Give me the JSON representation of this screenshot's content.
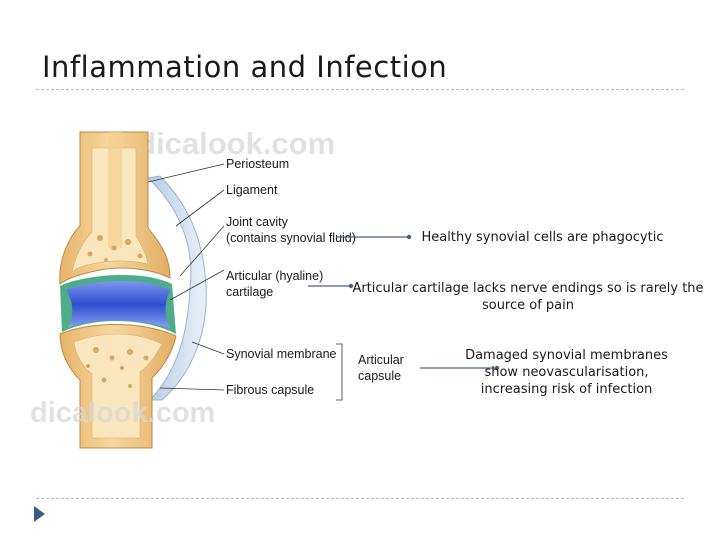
{
  "slide": {
    "title": "Inflammation and Infection"
  },
  "diagram": {
    "watermark_top": "Medicalook.com",
    "watermark_bottom": "dicalook.com",
    "labels": {
      "periosteum": "Periosteum",
      "ligament": "Ligament",
      "joint_cavity_1": "Joint cavity",
      "joint_cavity_2": "(contains synovial fluid)",
      "articular_cartilage_1": "Articular (hyaline)",
      "articular_cartilage_2": "cartilage",
      "synovial_membrane": "Synovial membrane",
      "fibrous_capsule": "Fibrous capsule",
      "articular_capsule_1": "Articular",
      "articular_capsule_2": "capsule"
    }
  },
  "notes": {
    "healthy": "Healthy synovial cells are phagocytic",
    "cartilage": "Articular cartilage lacks nerve endings so is rarely the source of pain",
    "damaged": "Damaged synovial membranes show neovascularisation, increasing risk of infection"
  },
  "colors": {
    "bone": "#f0c887",
    "cavity": "#3b5fd6",
    "cartilage_rim": "#3aa37a",
    "arrow": "#4a5d8a",
    "bullet": "#3b5a8c"
  }
}
